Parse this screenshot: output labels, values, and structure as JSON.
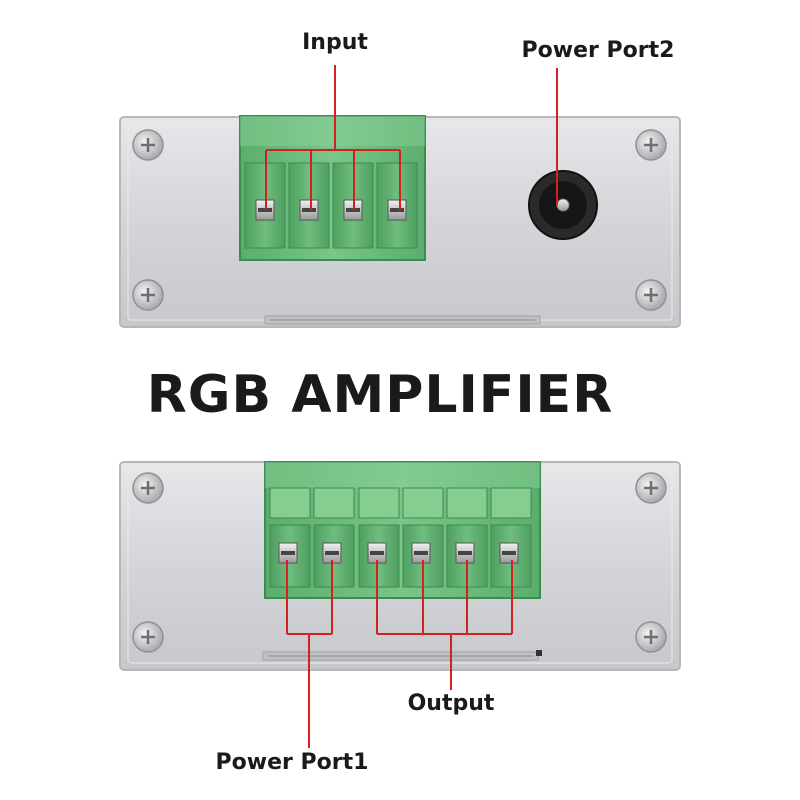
{
  "labels": {
    "input": "Input",
    "power_port2": "Power Port2",
    "title": "RGB AMPLIFIER",
    "output": "Output",
    "power_port1": "Power Port1"
  },
  "colors": {
    "terminal_green": "#6fbf7f",
    "callout_red": "#d42020",
    "housing_silver": "#d6d8da",
    "text": "#1a1a1a"
  },
  "icons": {
    "screw": "phillips-screw-icon",
    "dc_jack": "dc-jack-icon"
  }
}
